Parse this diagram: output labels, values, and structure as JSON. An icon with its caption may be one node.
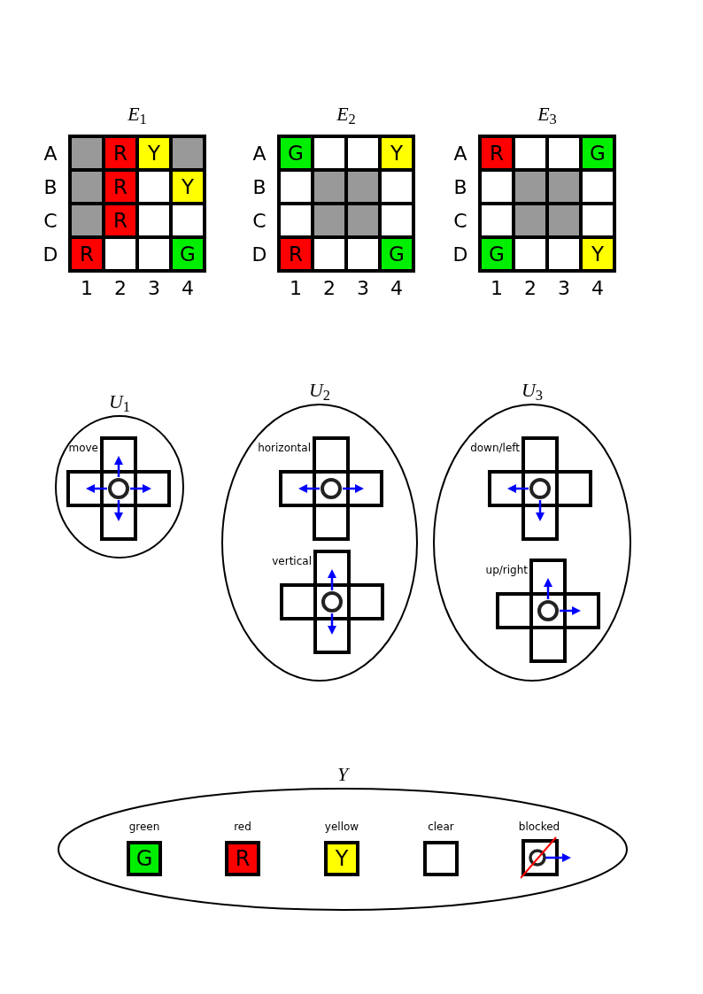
{
  "diagram": {
    "nodes": [
      {
        "text": [
          "*E*$_{1}$"
        ]
      },
      {
        "text": [],
        "shape": "box",
        "in": 0
      },
      {
        "text": [
          "R"
        ],
        "in": 0
      },
      {
        "text": [
          "Y"
        ],
        "in": 0
      },
      {
        "text": [],
        "shape": "box",
        "in": 0
      },
      {
        "text": [],
        "shape": "box",
        "in": 0
      },
      {
        "text": [
          "R"
        ],
        "in": 0
      },
      {
        "text": [],
        "shape": "box",
        "in": 0
      },
      {
        "text": [
          "Y"
        ],
        "in": 0
      },
      {
        "text": [],
        "shape": "box",
        "in": 0
      },
      {
        "text": [
          "R"
        ],
        "in": 0
      },
      {
        "text": [],
        "shape": "box",
        "in": 0
      },
      {
        "text": [],
        "shape": "box",
        "in": 0
      },
      {
        "text": [
          "R"
        ],
        "in": 0
      },
      {
        "text": [],
        "shape": "box",
        "in": 0
      },
      {
        "text": [],
        "shape": "box",
        "in": 0
      },
      {
        "text": [
          "G"
        ],
        "in": 0
      },
      {
        "text": [
          "*E*$_{2}$"
        ]
      },
      {
        "text": [
          "G"
        ],
        "in": 17
      },
      {
        "text": [],
        "shape": "box",
        "in": 17
      },
      {
        "text": [],
        "shape": "box",
        "in": 17
      },
      {
        "text": [
          "Y"
        ],
        "in": 17
      },
      {
        "text": [],
        "shape": "box",
        "in": 17
      },
      {
        "text": [],
        "shape": "box",
        "in": 17
      },
      {
        "text": [],
        "shape": "box",
        "in": 17
      },
      {
        "text": [],
        "shape": "box",
        "in": 17
      },
      {
        "text": [],
        "shape": "box",
        "in": 17
      },
      {
        "text": [],
        "shape": "box",
        "in": 17
      },
      {
        "text": [],
        "shape": "box",
        "in": 17
      },
      {
        "text": [],
        "shape": "box",
        "in": 17
      },
      {
        "text": [
          "R"
        ],
        "in": 17
      },
      {
        "text": [],
        "shape": "box",
        "in": 17
      },
      {
        "text": [],
        "shape": "box",
        "in": 17
      },
      {
        "text": [
          "G"
        ],
        "in": 17
      },
      {
        "text": [
          "*E*$_{3}$"
        ]
      },
      {
        "text": [
          "R"
        ],
        "in": 34
      },
      {
        "text": [],
        "shape": "box",
        "in": 34
      },
      {
        "text": [],
        "shape": "box",
        "in": 34
      },
      {
        "text": [
          "G"
        ],
        "in": 34
      },
      {
        "text": [],
        "shape": "box",
        "in": 34
      },
      {
        "text": [],
        "shape": "box",
        "in": 34
      },
      {
        "text": [],
        "shape": "box",
        "in": 34
      },
      {
        "text": [],
        "shape": "box",
        "in": 34
      },
      {
        "text": [],
        "shape": "box",
        "in": 34
      },
      {
        "text": [],
        "shape": "box",
        "in": 34
      },
      {
        "text": [],
        "shape": "box",
        "in": 34
      },
      {
        "text": [],
        "shape": "box",
        "in": 34
      },
      {
        "text": [
          "G"
        ],
        "in": 34
      },
      {
        "text": [],
        "shape": "box",
        "in": 34
      },
      {
        "text": [],
        "shape": "box",
        "in": 34
      },
      {
        "text": [
          "Y"
        ],
        "in": 34
      },
      {
        "text": [
          "*U*$_{1}$"
        ]
      },
      {
        "text": [
          "move"
        ],
        "in": 51
      },
      {
        "text": [
          "*U*$_{2}$"
        ]
      },
      {
        "text": [
          "horizontal"
        ],
        "in": 53
      },
      {
        "text": [
          "vertical"
        ],
        "in": 53
      },
      {
        "text": [
          "*U*$_{3}$"
        ]
      },
      {
        "text": [
          "down/left"
        ],
        "in": 56
      },
      {
        "text": [
          "up/right"
        ],
        "in": 56
      },
      {
        "text": [
          "*Y*"
        ]
      },
      {
        "text": [
          "green",
          "G"
        ],
        "in": 59
      },
      {
        "text": [
          "red",
          "R"
        ],
        "in": 59
      },
      {
        "text": [
          "yellow",
          "Y"
        ],
        "in": 59
      },
      {
        "text": [
          "clear"
        ],
        "in": 59
      },
      {
        "text": [
          "blocked"
        ],
        "in": 59
      }
    ],
    "labels": [
      "A",
      "B",
      "C",
      "D",
      "1",
      "2",
      "3",
      "4",
      "A",
      "B",
      "C",
      "D",
      "1",
      "2",
      "3",
      "4",
      "A",
      "B",
      "C",
      "D",
      "1",
      "2",
      "3",
      "4"
    ]
  }
}
